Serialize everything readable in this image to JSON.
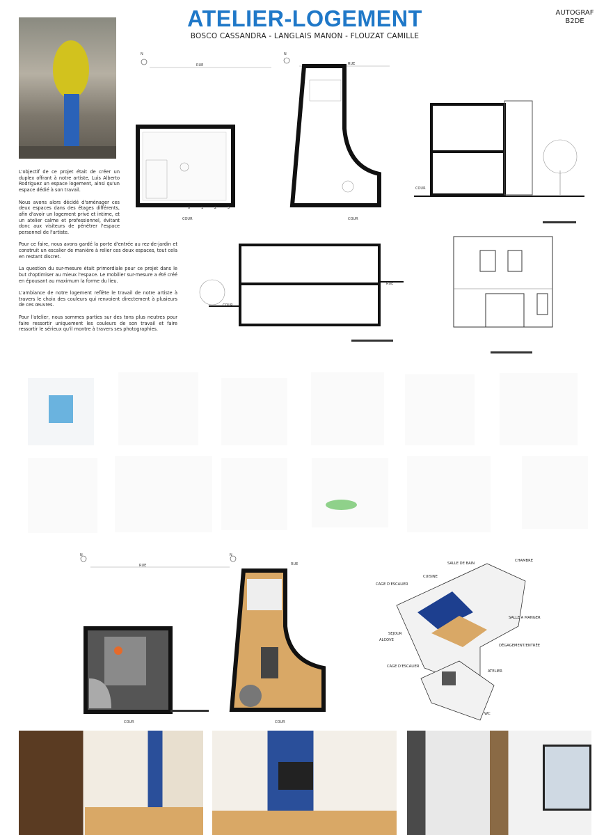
{
  "header": {
    "title": "ATELIER-LOGEMENT",
    "authors": "BOSCO CASSANDRA - LANGLAIS MANON - FLOUZAT CAMILLE",
    "brand_line1": "AUTOGRAF",
    "brand_line2": "B2DE"
  },
  "intro": {
    "paragraphs": [
      "L'objectif de ce projet était de créer un duplex offrant à notre artiste, Luis Alberto Rodriguez un espace logement, ainsi qu'un espace dédié à son travail.",
      "Nous avons alors décidé d'aménager ces deux espaces dans des étages différents, afin d'avoir un logement privé et intime, et un atelier calme et professionnel, évitant donc aux visiteurs de pénétrer l'espace personnel de l'artiste.",
      "Pour ce faire, nous avons gardé la porte d'entrée au rez-de-jardin et construit un escalier de manière à relier ces deux espaces, tout cela en restant discret.",
      "La question du sur-mesure était primordiale pour ce projet dans le but d'optimiser au mieux l'espace. Le mobilier sur-mesure a été créé en épousant au maximum la forme du lieu.",
      "L'ambiance de notre logement reflète le travail de notre artiste à travers le choix des couleurs qui renvoient directement à plusieurs de ces œuvres.",
      "Pour l'atelier, nous sommes parties sur des tons plus neutres pour faire ressortir uniquement les couleurs de son travail et faire ressortir le sérieux qu'il montre à travers ses photographies."
    ]
  },
  "plans": {
    "north": "N",
    "street": "RUE",
    "court": "COUR",
    "scale": [
      "0",
      "1",
      "2",
      "3"
    ]
  },
  "axo": {
    "labels": [
      "CHAMBRE",
      "SALLE DE BAIN",
      "CUISINE",
      "CAGE D'ESCALIER",
      "SALLE A MANGER",
      "SEJOUR",
      "ALCOVE",
      "DÉGAGEMENT/ENTRÉE",
      "CAGE D'ESCALIER",
      "ATELIER",
      "WC"
    ]
  },
  "colors": {
    "accent": "#1f78c8",
    "wall": "#111111",
    "wood": "#d9a866",
    "blue": "#1d3f8f"
  }
}
